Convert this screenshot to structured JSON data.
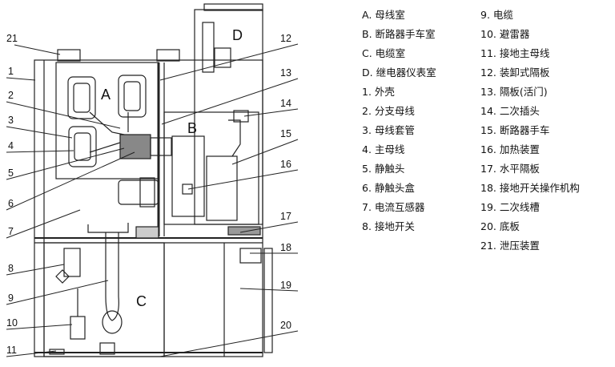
{
  "diagram": {
    "compartment_labels": {
      "A": "A",
      "B": "B",
      "C": "C",
      "D": "D"
    },
    "callouts_left": [
      "21",
      "1",
      "2",
      "3",
      "4",
      "5",
      "6",
      "7",
      "8",
      "9",
      "10",
      "11"
    ],
    "callouts_right": [
      "12",
      "13",
      "14",
      "15",
      "16",
      "17",
      "18",
      "19",
      "20"
    ]
  },
  "legend": {
    "col1": [
      "A.  母线室",
      "B.  断路器手车室",
      "C.  电缆室",
      "D.  继电器仪表室",
      "1.  外壳",
      "2.  分支母线",
      "3.  母线套管",
      "4.  主母线",
      "5.  静触头",
      "6.  静触头盒",
      "7.  电流互感器",
      "8.  接地开关"
    ],
    "col2": [
      "9.  电缆",
      "10.  避雷器",
      "11.  接地主母线",
      "12.  装卸式隔板",
      "13.  隔板(活门)",
      "14.  二次插头",
      "15.  断路器手车",
      "16.  加热装置",
      "17.  水平隔板",
      "18.  接地开关操作机构",
      "19.  二次线槽",
      "20.  底板",
      "21.  泄压装置"
    ]
  }
}
